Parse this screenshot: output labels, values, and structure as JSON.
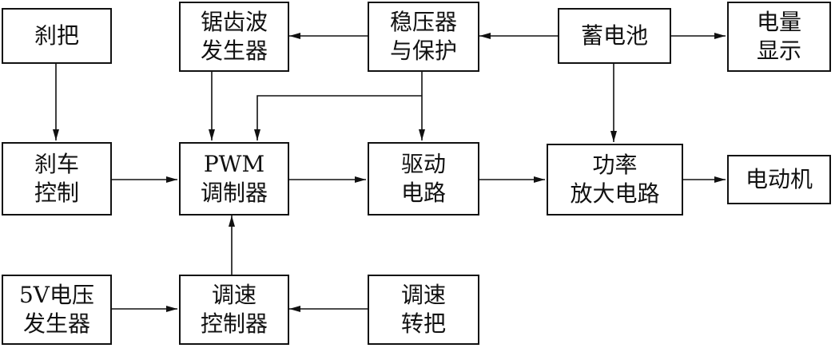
{
  "blocks": {
    "brake_handle": {
      "lines": [
        "刹把"
      ]
    },
    "sawtooth_gen": {
      "lines": [
        "锯齿波",
        "发生器"
      ]
    },
    "regulator": {
      "lines": [
        "稳压器",
        "与保护"
      ]
    },
    "battery": {
      "lines": [
        "蓄电池"
      ]
    },
    "charge_display": {
      "lines": [
        "电量",
        "显示"
      ]
    },
    "brake_control": {
      "lines": [
        "刹车",
        "控制"
      ]
    },
    "pwm_modulator": {
      "lines": [
        "PWM",
        "调制器"
      ]
    },
    "drive_circuit": {
      "lines": [
        "驱动",
        "电路"
      ]
    },
    "power_amp": {
      "lines": [
        "功率",
        "放大电路"
      ]
    },
    "motor": {
      "lines": [
        "电动机"
      ]
    },
    "voltage_gen_5v": {
      "lines": [
        "5V电压",
        "发生器"
      ]
    },
    "speed_controller": {
      "lines": [
        "调速",
        "控制器"
      ]
    },
    "throttle": {
      "lines": [
        "调速",
        "转把"
      ]
    }
  },
  "colors": {
    "line": "#111111",
    "background": "#ffffff"
  }
}
